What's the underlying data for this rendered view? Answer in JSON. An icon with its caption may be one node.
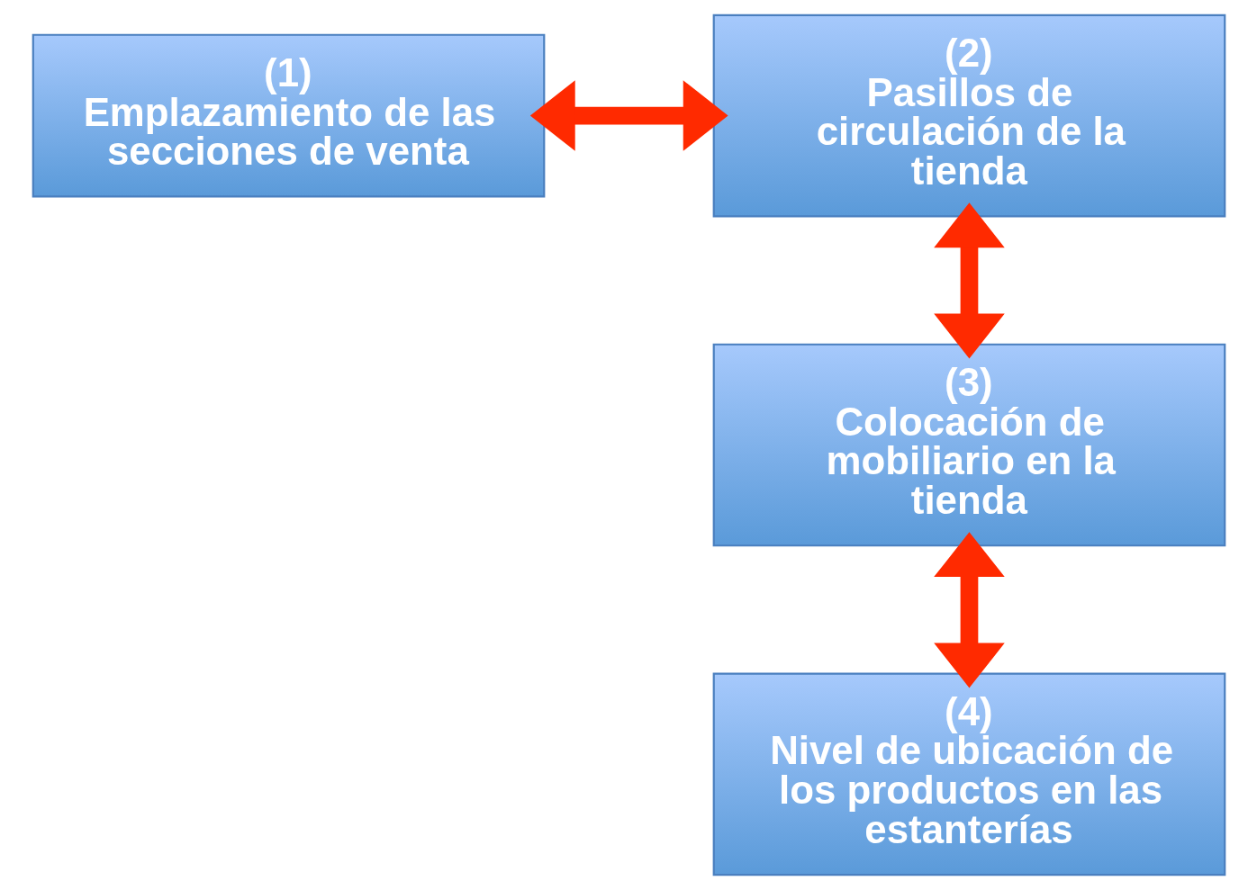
{
  "diagram": {
    "nodes": [
      {
        "text": [
          "(1)",
          "Emplazamiento de las secciones de venta"
        ]
      },
      {
        "text": [
          "(2)",
          "Pasillos de circulación de la tienda"
        ]
      },
      {
        "text": [
          "(3)",
          "Colocación de mobiliario en la tienda"
        ]
      },
      {
        "text": [
          "(4)",
          "Nivel de ubicación de los productos en las estanterías"
        ]
      }
    ],
    "edges": [
      {
        "from": 0,
        "to": 1,
        "arrow": "both"
      },
      {
        "from": 1,
        "to": 2,
        "arrow": "both"
      },
      {
        "from": 2,
        "to": 3,
        "arrow": "both"
      }
    ]
  }
}
